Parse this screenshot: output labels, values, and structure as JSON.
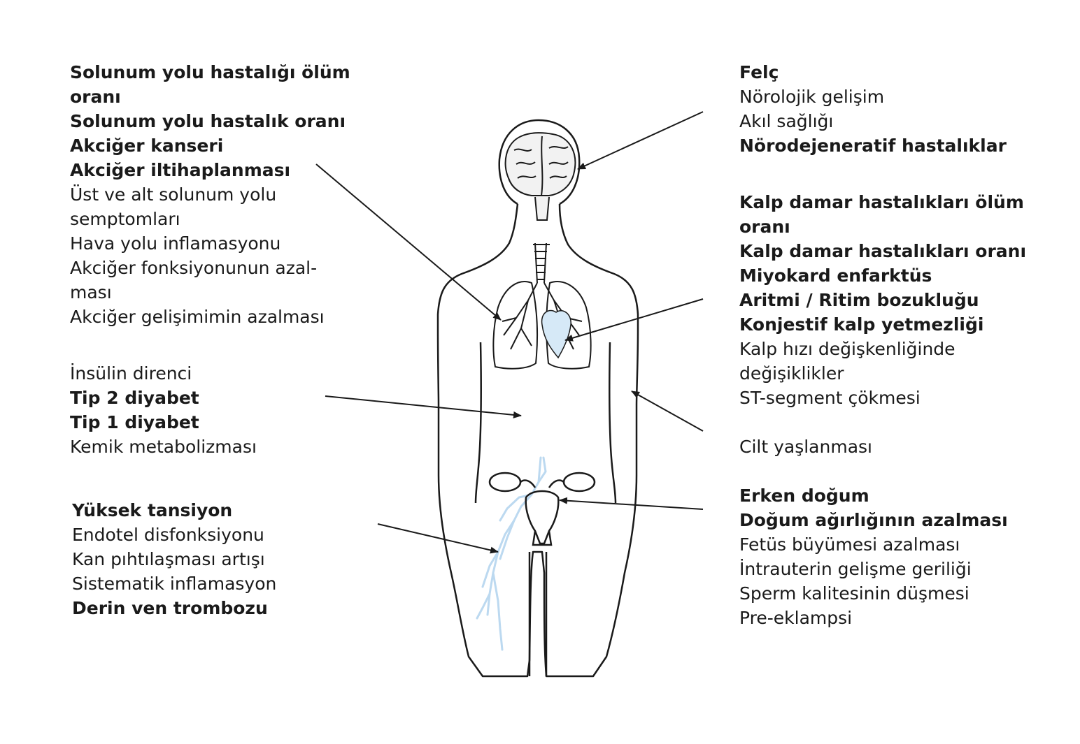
{
  "colors": {
    "text": "#1a1a1a",
    "organ_fill": "#d6e9f7",
    "vein": "#bcd9f0",
    "outline": "#1a1a1a"
  },
  "left": {
    "respiratory": [
      {
        "text": "Solunum yolu hastalığı ölüm",
        "bold": true
      },
      {
        "text": "oranı",
        "bold": true
      },
      {
        "text": "Solunum yolu hastalık oranı",
        "bold": true
      },
      {
        "text": "Akciğer kanseri",
        "bold": true
      },
      {
        "text": "Akciğer iltihaplanması",
        "bold": true
      },
      {
        "text": "Üst ve alt solunum yolu",
        "bold": false
      },
      {
        "text": "semptomları",
        "bold": false
      },
      {
        "text": "Hava yolu inflamasyonu",
        "bold": false
      },
      {
        "text": "Akciğer fonksiyonunun azal-",
        "bold": false
      },
      {
        "text": "ması",
        "bold": false
      },
      {
        "text": "Akciğer gelişimimin azalması",
        "bold": false
      }
    ],
    "metabolic": [
      {
        "text": "İnsülin direnci",
        "bold": false
      },
      {
        "text": "Tip 2 diyabet",
        "bold": true
      },
      {
        "text": "Tip 1 diyabet",
        "bold": true
      },
      {
        "text": "Kemik metabolizması",
        "bold": false
      }
    ],
    "vascular": [
      {
        "text": "Yüksek tansiyon",
        "bold": true
      },
      {
        "text": "Endotel disfonksiyonu",
        "bold": false
      },
      {
        "text": "Kan pıhtılaşması artışı",
        "bold": false
      },
      {
        "text": "Sistematik inflamasyon",
        "bold": false
      },
      {
        "text": "Derin ven trombozu",
        "bold": true
      }
    ]
  },
  "right": {
    "brain": [
      {
        "text": "Felç",
        "bold": true
      },
      {
        "text": "Nörolojik gelişim",
        "bold": false
      },
      {
        "text": "Akıl sağlığı",
        "bold": false
      },
      {
        "text": "Nörodejeneratif hastalıklar",
        "bold": true
      }
    ],
    "cardio": [
      {
        "text": "Kalp damar hastalıkları ölüm",
        "bold": true
      },
      {
        "text": "oranı",
        "bold": true
      },
      {
        "text": "Kalp damar hastalıkları oranı",
        "bold": true
      },
      {
        "text": "Miyokard enfarktüs",
        "bold": true
      },
      {
        "text": "Aritmi / Ritim bozukluğu",
        "bold": true
      },
      {
        "text": "Konjestif kalp yetmezliği",
        "bold": true
      },
      {
        "text": "Kalp hızı değişkenliğinde",
        "bold": false
      },
      {
        "text": "değişiklikler",
        "bold": false
      },
      {
        "text": "ST-segment çökmesi",
        "bold": false
      }
    ],
    "skin": [
      {
        "text": "Cilt yaşlanması",
        "bold": false
      }
    ],
    "repro": [
      {
        "text": "Erken doğum",
        "bold": true
      },
      {
        "text": "Doğum ağırlığının azalması",
        "bold": true
      },
      {
        "text": "Fetüs büyümesi azalması",
        "bold": false
      },
      {
        "text": "İntrauterin gelişme geriliği",
        "bold": false
      },
      {
        "text": "Sperm kalitesinin düşmesi",
        "bold": false
      },
      {
        "text": "Pre-eklampsi",
        "bold": false
      }
    ]
  },
  "icons": [
    "brain-icon",
    "trachea-icon",
    "lungs-icon",
    "heart-icon",
    "uterus-icon",
    "vein-icon",
    "body-outline"
  ]
}
